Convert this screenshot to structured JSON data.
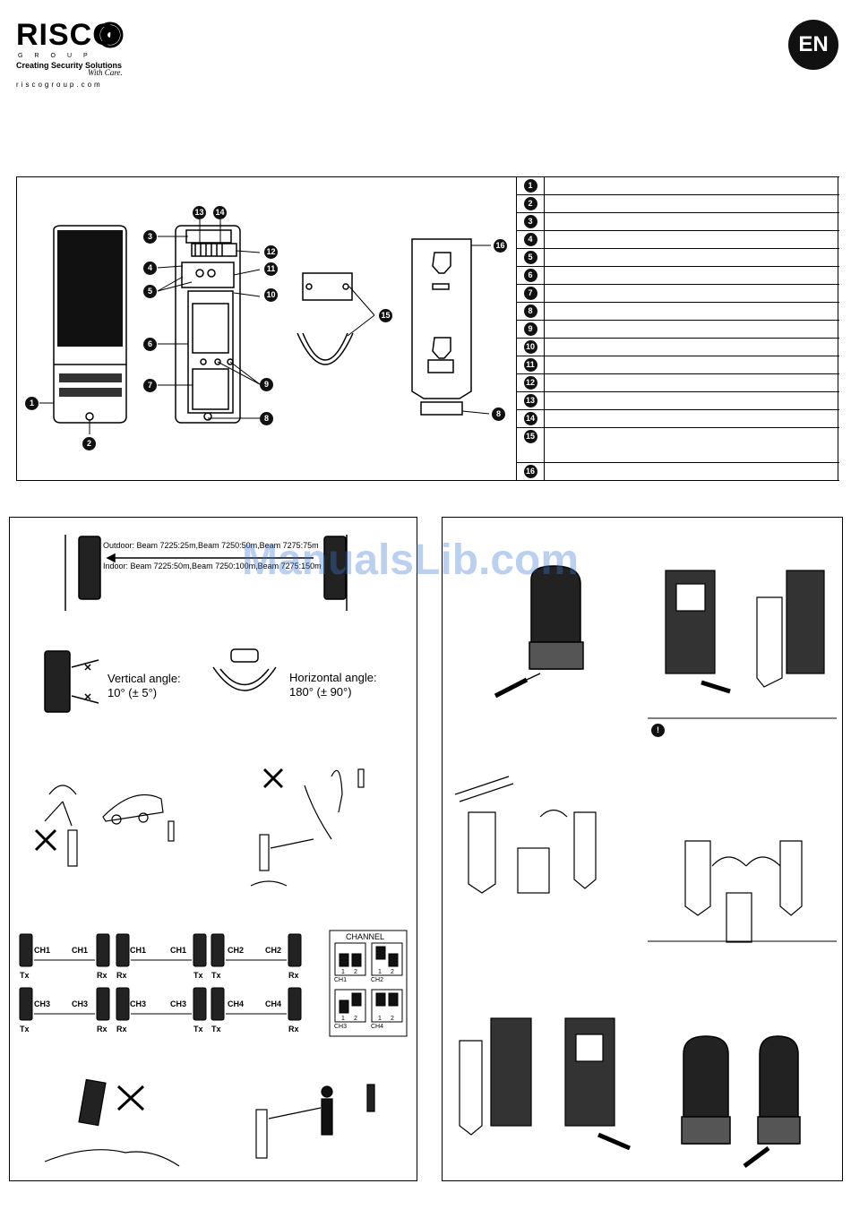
{
  "header": {
    "brand": "RISCO",
    "brand_sub": "GROUP",
    "tagline": "Creating Security Solutions",
    "tagline_care": "With Care.",
    "url": "riscogroup.com",
    "language_badge": "EN"
  },
  "parts_legend": {
    "numbers": [
      "1",
      "2",
      "3",
      "4",
      "5",
      "6",
      "7",
      "8",
      "9",
      "10",
      "11",
      "12",
      "13",
      "14",
      "15",
      "16"
    ],
    "entries": [
      "",
      "",
      "",
      "",
      "",
      "",
      "",
      "",
      "",
      "",
      "",
      "",
      "",
      "",
      "",
      ""
    ]
  },
  "range_panel": {
    "outdoor": "Outdoor: Beam 7225:25m,Beam 7250:50m,Beam 7275:75m",
    "indoor": "Indoor: Beam 7225:50m,Beam 7250:100m,Beam 7275:150m",
    "vertical_label": "Vertical angle:",
    "vertical_value": "10° (± 5°)",
    "horizontal_label": "Horizontal angle:",
    "horizontal_value": "180° (± 90°)"
  },
  "channels": {
    "title": "CHANNEL",
    "ch_labels": [
      "CH1",
      "CH2",
      "CH3",
      "CH4"
    ],
    "tx": "Tx",
    "rx": "Rx",
    "switch_nums": [
      "1",
      "2"
    ]
  },
  "watermark": "ManualsLib.com",
  "colors": {
    "ink": "#000000",
    "badge": "#111111",
    "watermark": "#3c78d2"
  }
}
